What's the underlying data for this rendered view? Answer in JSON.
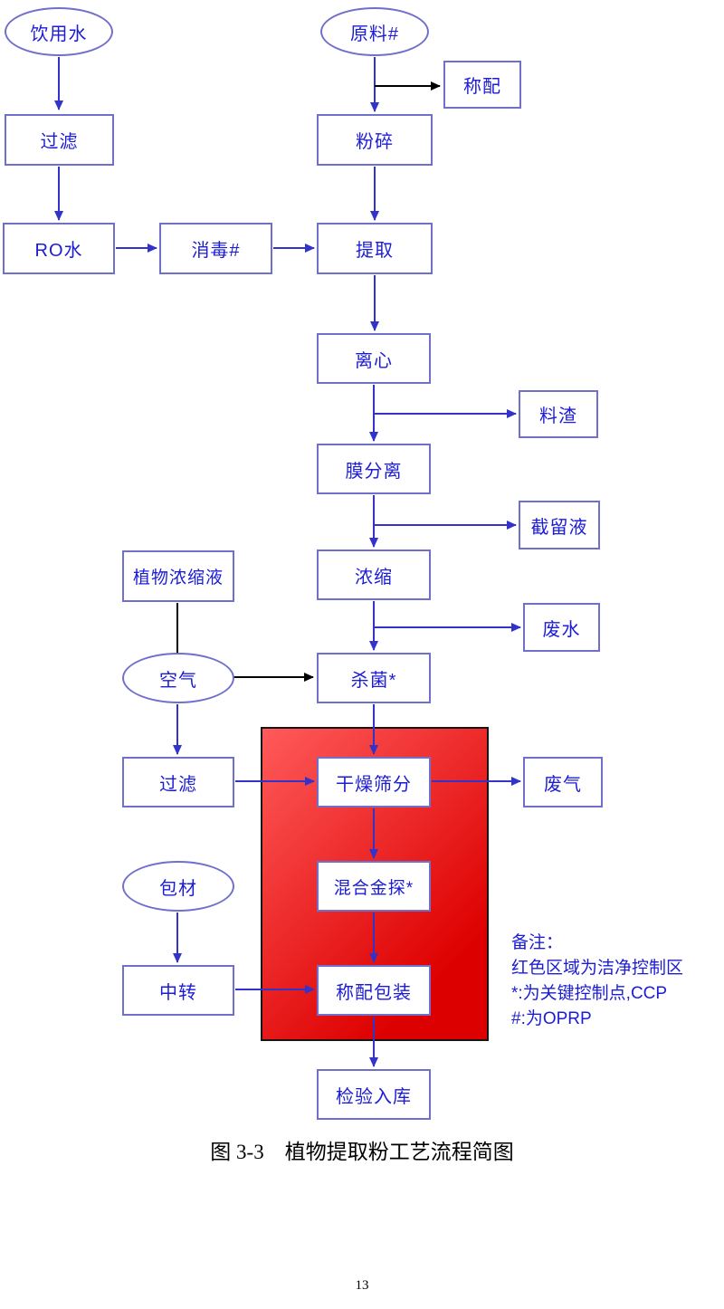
{
  "page": {
    "caption": "图 3-3　植物提取粉工艺流程简图",
    "page_number": "13"
  },
  "colors": {
    "box_border": "#7070cc",
    "box_text": "#1c1cd6",
    "arrow_blue": "#3333cc",
    "arrow_black": "#000000",
    "clean_zone_red_light": "#ff5a5a",
    "clean_zone_red_dark": "#dd0000"
  },
  "nodes": {
    "drinking_water": "饮用水",
    "filter1": "过滤",
    "ro_water": "RO水",
    "disinfect": "消毒#",
    "raw_material": "原料#",
    "weighing": "称配",
    "crushing": "粉碎",
    "extraction": "提取",
    "centrifuge": "离心",
    "residue": "料渣",
    "membrane_separation": "膜分离",
    "retentate": "截留液",
    "concentration": "浓缩",
    "wastewater": "废水",
    "plant_concentrate": "植物浓缩液",
    "air": "空气",
    "sterilization": "杀菌*",
    "filter2": "过滤",
    "drying_sieving": "干燥筛分",
    "waste_gas": "废气",
    "packaging_material": "包材",
    "mixing_metal_detection": "混合金探*",
    "transfer": "中转",
    "weighing_packaging": "称配包装",
    "inspection_storage": "检验入库"
  },
  "notes": {
    "title": "备注：",
    "line1": "红色区域为洁净控制区",
    "line2": "*:为关键控制点,CCP",
    "line3": "#:为OPRP"
  }
}
